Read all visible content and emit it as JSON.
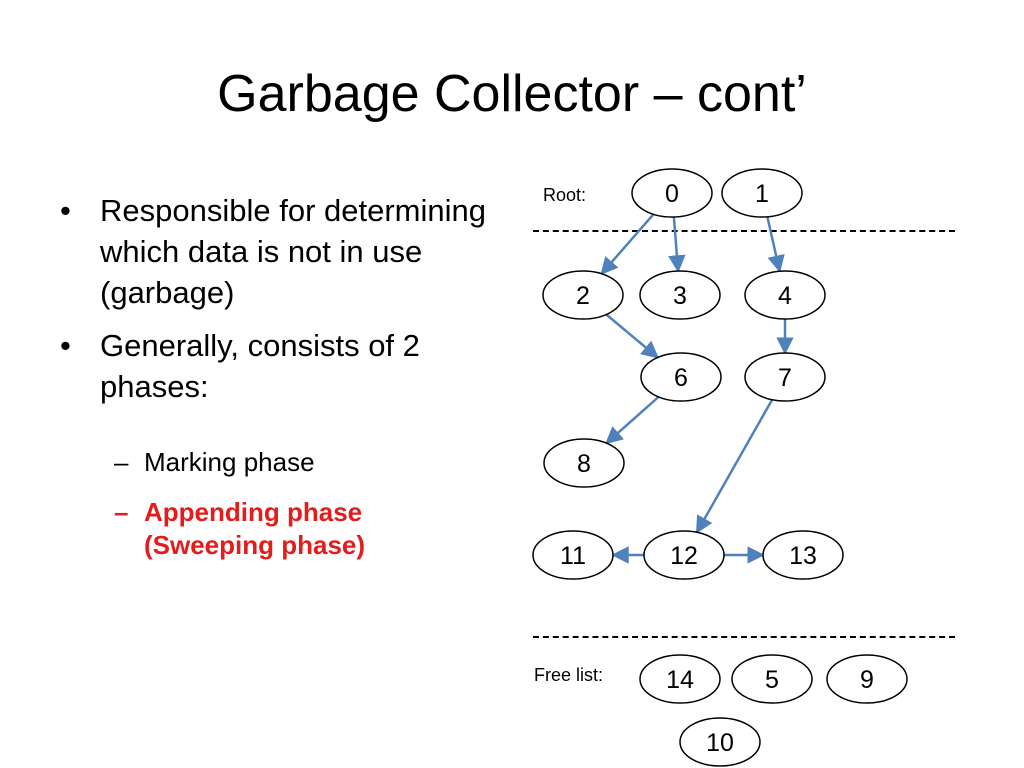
{
  "title": "Garbage Collector – cont’",
  "bullets": [
    {
      "text": "Responsible for determining which data is not in use (garbage)"
    },
    {
      "text": "Generally, consists of 2 phases:"
    }
  ],
  "sub_bullets": [
    {
      "text": "Marking phase"
    },
    {
      "text": "Appending phase (Sweeping phase)"
    }
  ],
  "diagram": {
    "root_label": "Root:",
    "free_label": "Free list:",
    "nodes": [
      "0",
      "1",
      "2",
      "3",
      "4",
      "6",
      "7",
      "8",
      "11",
      "12",
      "13",
      "14",
      "5",
      "9",
      "10"
    ],
    "edges": [
      [
        "0",
        "2"
      ],
      [
        "0",
        "3"
      ],
      [
        "1",
        "4"
      ],
      [
        "2",
        "6"
      ],
      [
        "4",
        "7"
      ],
      [
        "6",
        "8"
      ],
      [
        "7",
        "12"
      ],
      [
        "12",
        "11"
      ],
      [
        "12",
        "13"
      ]
    ],
    "edge_color": "#4f81bd"
  }
}
